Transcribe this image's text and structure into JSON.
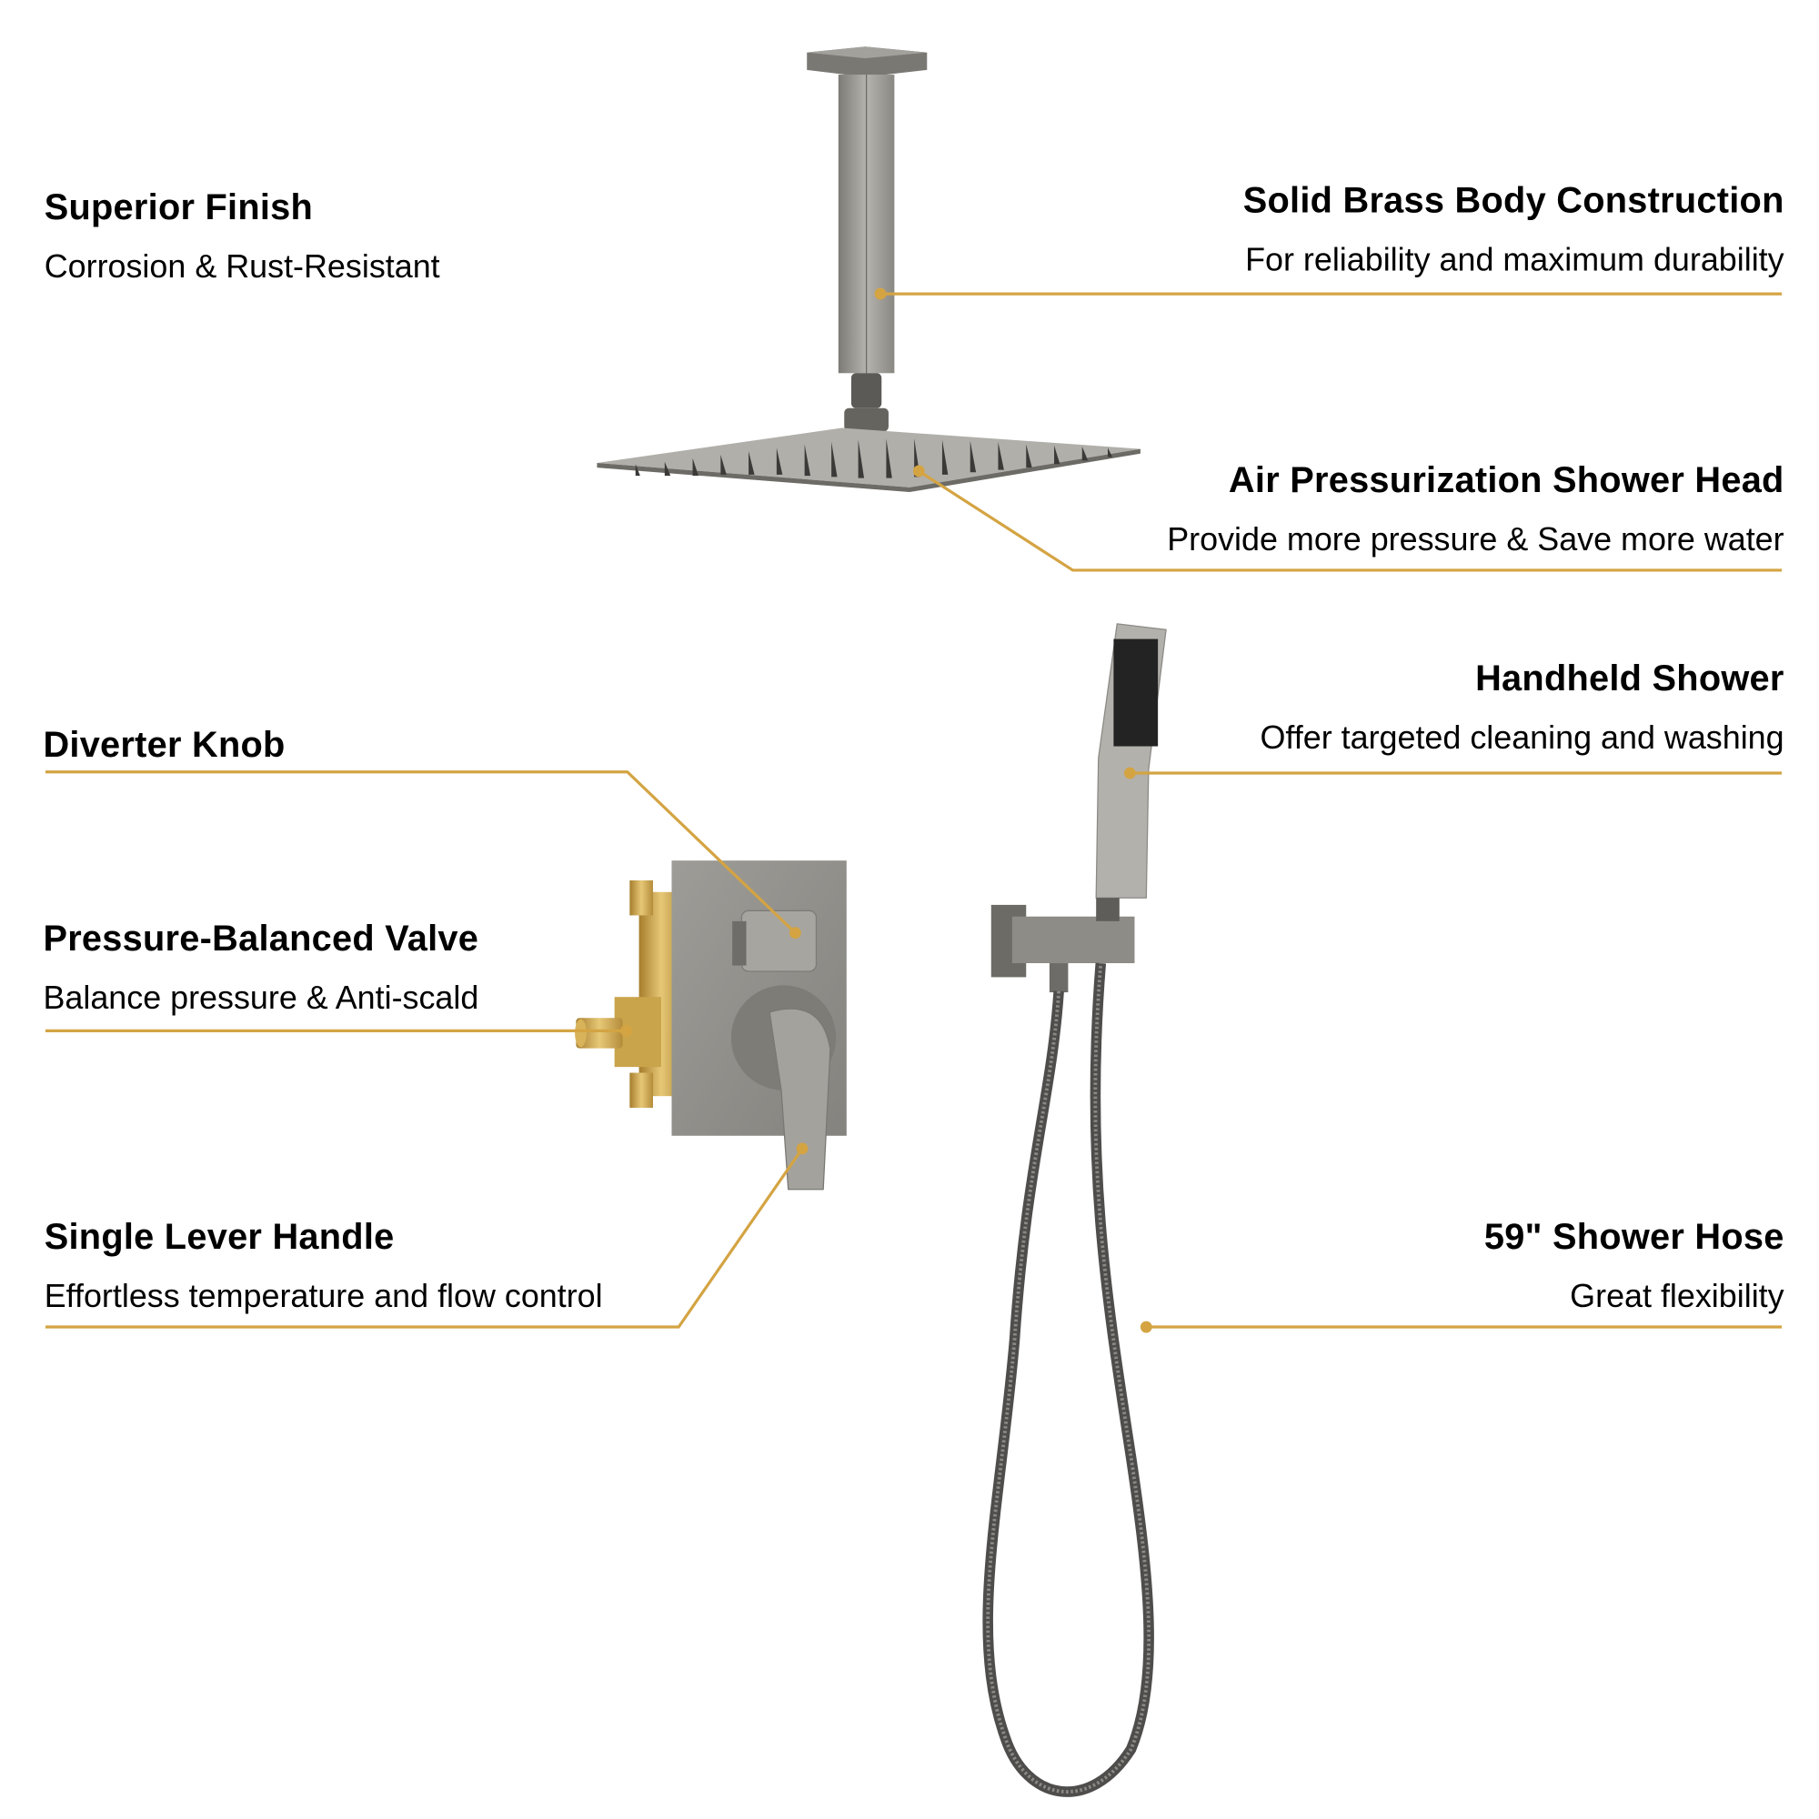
{
  "accent_color": "#D4A443",
  "metal_color": "#8E8C86",
  "brass_color": "#C9A44A",
  "features": [
    {
      "id": "superior-finish",
      "title": "Superior Finish",
      "subtitle": "Corrosion & Rust-Resistant"
    },
    {
      "id": "solid-brass",
      "title": "Solid Brass Body Construction",
      "subtitle": "For reliability and maximum durability"
    },
    {
      "id": "air-pressurization",
      "title": "Air Pressurization Shower Head",
      "subtitle": "Provide more pressure & Save more water"
    },
    {
      "id": "handheld-shower",
      "title": "Handheld Shower",
      "subtitle": "Offer targeted cleaning and washing"
    },
    {
      "id": "diverter-knob",
      "title": "Diverter Knob",
      "subtitle": ""
    },
    {
      "id": "pressure-balanced-valve",
      "title": "Pressure-Balanced Valve",
      "subtitle": "Balance pressure & Anti-scald"
    },
    {
      "id": "single-lever-handle",
      "title": "Single Lever Handle",
      "subtitle": "Effortless temperature and flow control"
    },
    {
      "id": "shower-hose",
      "title": "59\" Shower Hose",
      "subtitle": "Great flexibility"
    }
  ]
}
